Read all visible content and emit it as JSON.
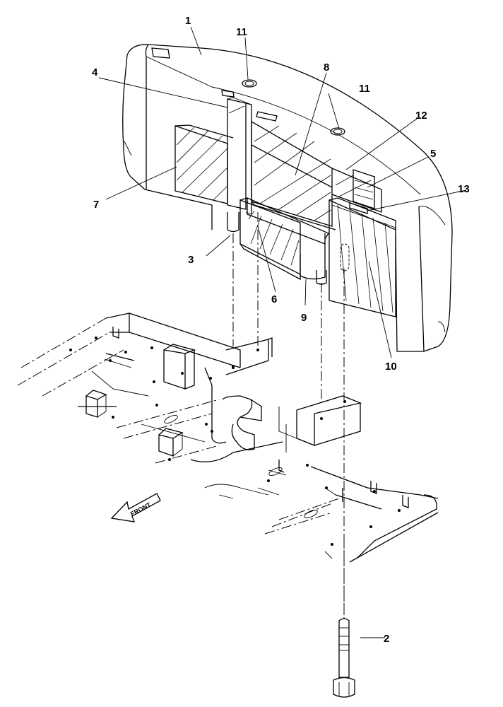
{
  "diagram": {
    "callouts": [
      {
        "id": "c1",
        "text": "1"
      },
      {
        "id": "c2",
        "text": "2"
      },
      {
        "id": "c3",
        "text": "3"
      },
      {
        "id": "c4",
        "text": "4"
      },
      {
        "id": "c5",
        "text": "5"
      },
      {
        "id": "c6",
        "text": "6"
      },
      {
        "id": "c7",
        "text": "7"
      },
      {
        "id": "c8",
        "text": "8"
      },
      {
        "id": "c9",
        "text": "9"
      },
      {
        "id": "c10",
        "text": "10"
      },
      {
        "id": "c11a",
        "text": "11"
      },
      {
        "id": "c11b",
        "text": "11"
      },
      {
        "id": "c12",
        "text": "12"
      },
      {
        "id": "c13",
        "text": "13"
      }
    ],
    "front_label": "FRONT"
  }
}
